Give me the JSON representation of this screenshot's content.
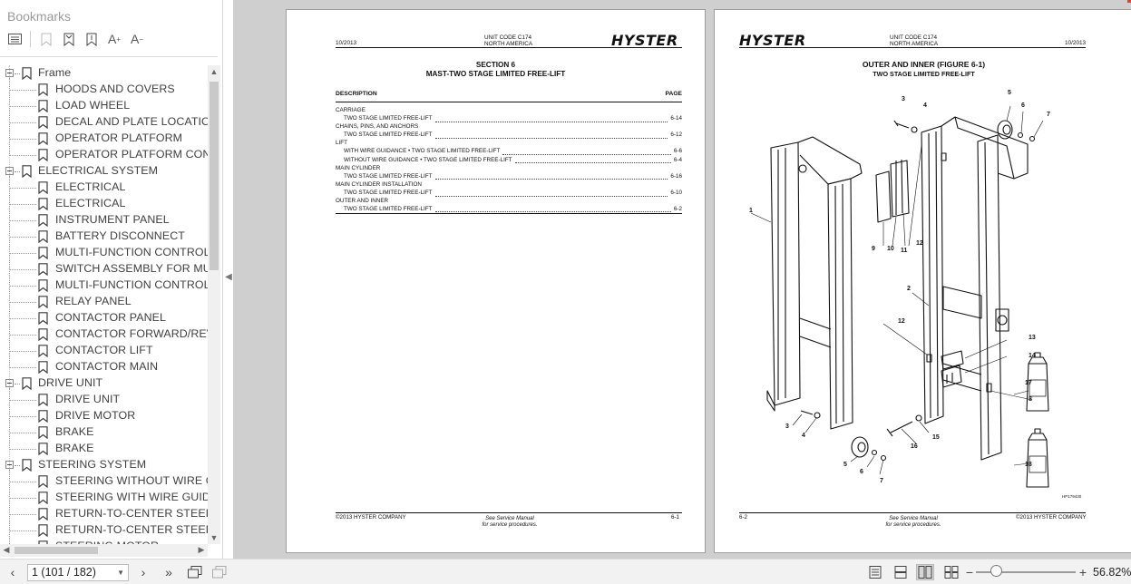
{
  "sidebar": {
    "title": "Bookmarks",
    "toolbar": [
      {
        "icon": "bookmark-options-icon"
      },
      {
        "icon": "bookmark-delete-icon"
      },
      {
        "icon": "bookmark-add-icon"
      },
      {
        "icon": "bookmark-expand-icon"
      },
      {
        "icon": "text-larger-icon"
      },
      {
        "icon": "text-smaller-icon"
      }
    ],
    "items": [
      {
        "label": "Frame",
        "level": 0
      },
      {
        "label": "HOODS AND COVERS",
        "level": 1
      },
      {
        "label": "LOAD WHEEL",
        "level": 1
      },
      {
        "label": "DECAL AND PLATE LOCATION",
        "level": 1
      },
      {
        "label": "OPERATOR PLATFORM",
        "level": 1
      },
      {
        "label": "OPERATOR PLATFORM CONTR",
        "level": 1
      },
      {
        "label": "ELECTRICAL SYSTEM",
        "level": 0
      },
      {
        "label": "ELECTRICAL",
        "level": 1
      },
      {
        "label": "ELECTRICAL",
        "level": 1
      },
      {
        "label": "INSTRUMENT PANEL",
        "level": 1
      },
      {
        "label": "BATTERY DISCONNECT",
        "level": 1
      },
      {
        "label": "MULTI-FUNCTION CONTROL H",
        "level": 1
      },
      {
        "label": "SWITCH ASSEMBLY FOR MULT",
        "level": 1
      },
      {
        "label": "MULTI-FUNCTION CONTROL H",
        "level": 1
      },
      {
        "label": "RELAY PANEL",
        "level": 1
      },
      {
        "label": "CONTACTOR PANEL",
        "level": 1
      },
      {
        "label": "CONTACTOR FORWARD/REVE",
        "level": 1
      },
      {
        "label": "CONTACTOR LIFT",
        "level": 1
      },
      {
        "label": "CONTACTOR MAIN",
        "level": 1
      },
      {
        "label": "DRIVE UNIT",
        "level": 0
      },
      {
        "label": "DRIVE UNIT",
        "level": 1
      },
      {
        "label": "DRIVE MOTOR",
        "level": 1
      },
      {
        "label": "BRAKE",
        "level": 1
      },
      {
        "label": "BRAKE",
        "level": 1
      },
      {
        "label": "STEERING SYSTEM",
        "level": 0
      },
      {
        "label": "STEERING WITHOUT WIRE GU",
        "level": 1
      },
      {
        "label": "STEERING WITH WIRE GUIDA",
        "level": 1
      },
      {
        "label": "RETURN-TO-CENTER STEER",
        "level": 1
      },
      {
        "label": "RETURN-TO-CENTER STEER W",
        "level": 1
      },
      {
        "label": "STEERING MOTOR",
        "level": 1
      }
    ]
  },
  "left_page": {
    "date": "10/2013",
    "unit_code": "UNIT CODE C174",
    "region": "NORTH AMERICA",
    "logo": "HYSTER",
    "section": "SECTION 6",
    "section_title": "MAST-TWO STAGE LIMITED FREE-LIFT",
    "col_description": "DESCRIPTION",
    "col_page": "PAGE",
    "toc": [
      {
        "text": "CARRIAGE",
        "type": "grp"
      },
      {
        "text": "TWO STAGE LIMITED FREE-LIFT",
        "page": "6-14",
        "type": "ent"
      },
      {
        "text": "CHAINS, PINS, AND ANCHORS",
        "type": "grp"
      },
      {
        "text": "TWO STAGE LIMITED FREE-LIFT",
        "page": "6-12",
        "type": "ent"
      },
      {
        "text": "LIFT",
        "type": "grp"
      },
      {
        "text": "WITH WIRE GUIDANCE • TWO STAGE LIMITED FREE-LIFT",
        "page": "6-6",
        "type": "ent"
      },
      {
        "text": "WITHOUT WIRE GUIDANCE • TWO STAGE LIMITED FREE-LIFT",
        "page": "6-4",
        "type": "ent"
      },
      {
        "text": "MAIN CYLINDER",
        "type": "grp"
      },
      {
        "text": "TWO STAGE LIMITED FREE-LIFT",
        "page": "6-16",
        "type": "ent"
      },
      {
        "text": "MAIN CYLINDER INSTALLATION",
        "type": "grp"
      },
      {
        "text": "TWO STAGE LIMITED FREE-LIFT",
        "page": "6-10",
        "type": "ent"
      },
      {
        "text": "OUTER AND INNER",
        "type": "grp"
      },
      {
        "text": "TWO STAGE LIMITED FREE-LIFT",
        "page": "6-2",
        "type": "ent"
      }
    ],
    "footer_left": "©2013 HYSTER COMPANY",
    "footer_center_1": "See Service Manual",
    "footer_center_2": "for service procedures.",
    "footer_right": "6-1"
  },
  "right_page": {
    "date": "10/2013",
    "unit_code": "UNIT CODE C174",
    "region": "NORTH AMERICA",
    "logo": "HYSTER",
    "fig_title": "OUTER AND INNER (FIGURE 6-1)",
    "fig_subtitle": "TWO STAGE LIMITED FREE-LIFT",
    "callouts": [
      "1",
      "2",
      "3",
      "4",
      "5",
      "6",
      "7",
      "3",
      "4",
      "5",
      "6",
      "7",
      "8",
      "9",
      "10",
      "11",
      "12",
      "12",
      "13",
      "14",
      "15",
      "16",
      "17",
      "18"
    ],
    "drawing_id": "HP179430",
    "footer_left": "6-2",
    "footer_center_1": "See Service Manual",
    "footer_center_2": "for service procedures.",
    "footer_right": "©2013 HYSTER COMPANY"
  },
  "statusbar": {
    "page_display": "1 (101 / 182)",
    "zoom": "56.82%",
    "zoom_fraction": 0.2
  }
}
